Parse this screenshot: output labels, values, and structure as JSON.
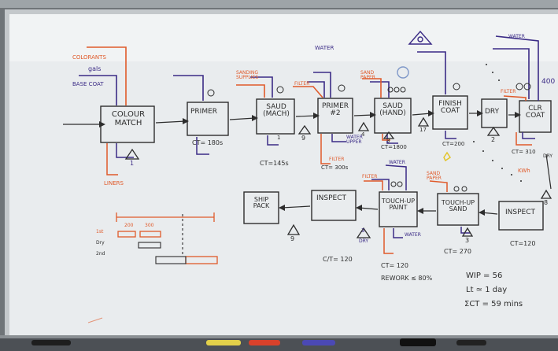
{
  "colors": {
    "wall": "#6f7478",
    "board": "#e9ecee",
    "frame": "#c4c8cb",
    "ink_purple": "#3b2b86",
    "ink_orange": "#e05a2a",
    "ink_black": "#2d2d2d"
  },
  "top_row": {
    "colour_match": "COLOUR\nMATCH",
    "primer": "PRIMER",
    "sand_mach": "SAUD\n(MACH)",
    "primer2": "PRIMER\n#2",
    "sand_hand": "SAUD\n(HAND)",
    "finish_coat": "FINISH\nCOAT",
    "dry": "DRY",
    "clr_coat": "CLR\nCOAT"
  },
  "bottom_row": {
    "ship_pack": "SHIP\nPACK",
    "inspect_left": "INSPECT",
    "touch_up_paint": "TOUCH-UP\nPAINT",
    "touch_up_sand": "TOUCH-UP\nSAND",
    "inspect_right": "INSPECT"
  },
  "notes": {
    "colorants": "COLORANTS",
    "gals": "gals",
    "base_coat": "BASE COAT",
    "liners": "LINERS",
    "sanding_supplies": "SANDING\nSUPPLIES",
    "water1": "WATER",
    "filter": "FILTER",
    "water_upper": "WATER\nUPPER",
    "filter2": "FILTER",
    "sand_paper": "SAND\nPAPER",
    "water2": "WATER",
    "filter3": "FILTER",
    "water3": "WATER",
    "filter_bottom": "FILTER",
    "water_bottom": "WATER",
    "sand_paper2": "SAND\nPAPER",
    "kwh": "KWh",
    "dry_right": "DRY",
    "dry_bottom": "DRY"
  },
  "metrics": {
    "ct_primer": "CT= 180s",
    "ct_sand": "CT=145s",
    "ct_primer2": "CT= 300s",
    "ct_sand_hand": "CT=1800",
    "ct_finish": "CT=200",
    "ct_clr": "CT= 310",
    "ct_inspect_right": "CT=120",
    "ct_touch_sand": "CT= 270",
    "ct_touch_paint": "CT= 120",
    "ct_inspect_left": "C/T= 120",
    "rework": "REWORK ≤ 80%",
    "wip": "WIP = 56",
    "lt": "Lt ≃ 1 day",
    "sum_ct": "ΣCT = 59 mins",
    "inv_colour": "1",
    "inv_sand": "9",
    "inv_primer2": "4",
    "inv_sand_hand": "3",
    "inv_finish": "17",
    "inv_dry": "2",
    "inv_ship": "9",
    "inv_touch_paint": "3",
    "inv_touch_sand": "3",
    "inv_right": "8",
    "sand_1": "1",
    "top_right": "400"
  },
  "timeline": {
    "row1": "1st",
    "row2": "Dry",
    "row3": "2nd",
    "seg1": "200",
    "seg2": "300"
  }
}
